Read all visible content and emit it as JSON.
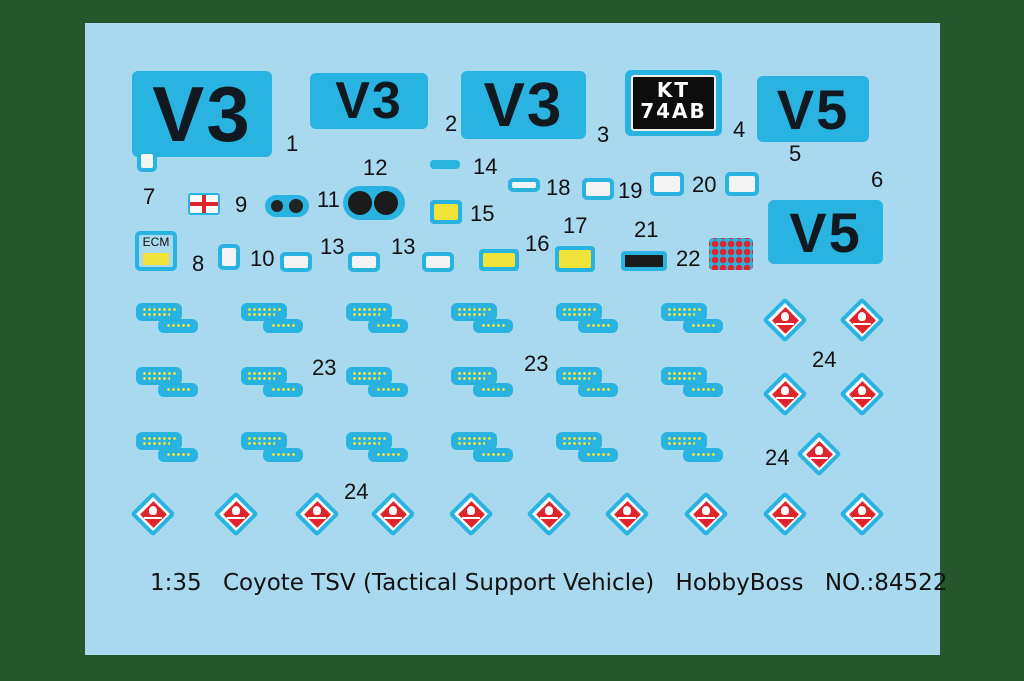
{
  "caption": {
    "scale": "1:35",
    "title": "Coyote TSV (Tactical Support Vehicle)",
    "brand": "HobbyBoss",
    "number": "NO.:84522"
  },
  "decals": {
    "v3": "V3",
    "v5": "V5",
    "plate_line1": "KT",
    "plate_line2": "74AB",
    "ecm": "ECM"
  },
  "labels": [
    "1",
    "2",
    "3",
    "4",
    "5",
    "6",
    "7",
    "8",
    "9",
    "10",
    "11",
    "12",
    "13",
    "13",
    "14",
    "15",
    "16",
    "17",
    "18",
    "19",
    "20",
    "21",
    "22",
    "23",
    "23",
    "24",
    "24",
    "24"
  ],
  "colors": {
    "background": "#25562c",
    "sheet": "#a9d9ee",
    "decal_blue": "#29b3e0",
    "hazard_red": "#e0242b",
    "stencil_yellow": "#f2e33a"
  }
}
